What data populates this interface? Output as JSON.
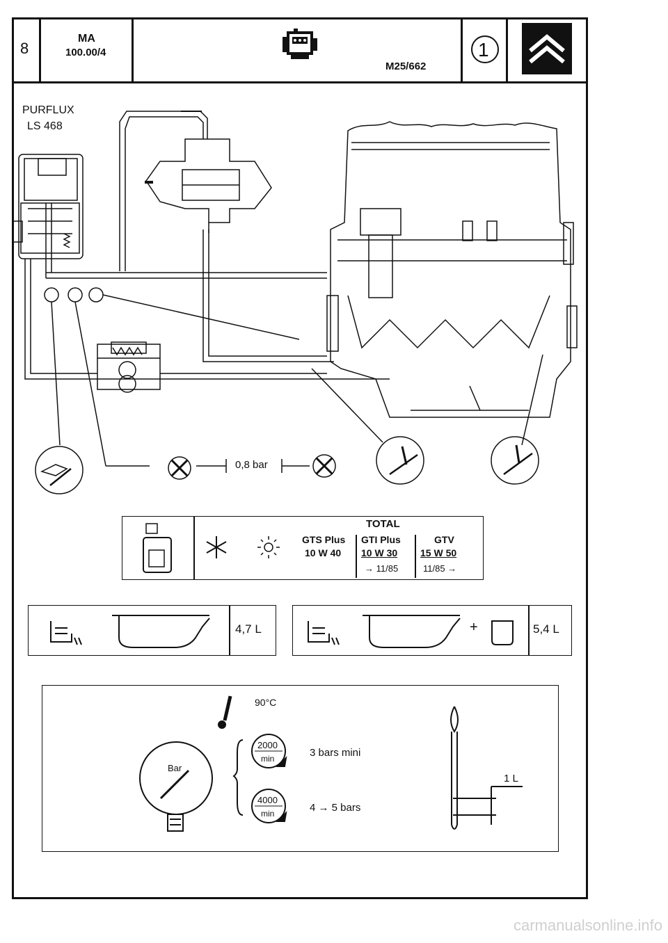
{
  "header": {
    "page_number": "8",
    "ref_line1": "MA",
    "ref_line2": "100.00/4",
    "engine_code": "M25/662",
    "circled_number": "1",
    "icons": [
      "engine-icon",
      "citroen-logo"
    ]
  },
  "diagram": {
    "filter_brand": "PURFLUX",
    "filter_ref": "LS 468",
    "pressure_switch_value": "0,8 bar"
  },
  "oil_table": {
    "brand": "TOTAL",
    "col1_name": "GTS Plus",
    "col1_grade": "10 W 40",
    "col2_name": "GTI Plus",
    "col2_grade": "10 W 30",
    "col2_period": "→ 11/85",
    "col3_name": "GTV",
    "col3_grade": "15 W 50",
    "col3_period": "11/85 →",
    "icons": [
      "oil-can-icon",
      "snowflake-icon",
      "sun-icon"
    ]
  },
  "capacity": {
    "without_filter": "4,7 L",
    "plus_sign": "+",
    "with_filter": "5,4 L"
  },
  "pressure_check": {
    "temperature": "90°C",
    "gauge_label": "Bar",
    "speed1": "2000",
    "speed2": "4000",
    "speed_unit": "min",
    "result1": "3 bars mini",
    "result2": "4 → 5 bars",
    "dipstick_mark": "1 L"
  },
  "footer": {
    "watermark": "carmanualsonline.info"
  }
}
